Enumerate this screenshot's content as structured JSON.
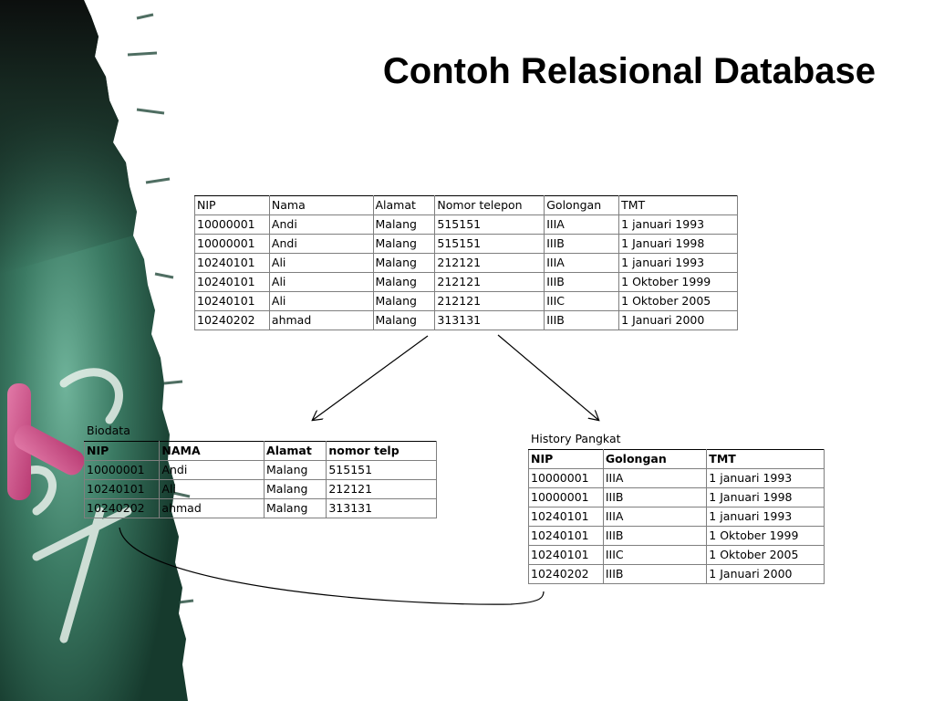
{
  "slide": {
    "title": "Contoh Relasional Database"
  },
  "main_table": {
    "headers": [
      "NIP",
      "Nama",
      "Alamat",
      "Nomor telepon",
      "Golongan",
      "TMT"
    ],
    "rows": [
      [
        "10000001",
        "Andi",
        "Malang",
        "515151",
        "IIIA",
        "1 januari 1993"
      ],
      [
        "10000001",
        "Andi",
        "Malang",
        "515151",
        "IIIB",
        "1 Januari 1998"
      ],
      [
        "10240101",
        "Ali",
        "Malang",
        "212121",
        "IIIA",
        "1 januari 1993"
      ],
      [
        "10240101",
        "Ali",
        "Malang",
        "212121",
        "IIIB",
        "1 Oktober 1999"
      ],
      [
        "10240101",
        "Ali",
        "Malang",
        "212121",
        "IIIC",
        "1 Oktober 2005"
      ],
      [
        "10240202",
        "ahmad",
        "Malang",
        "313131",
        "IIIB",
        "1 Januari 2000"
      ]
    ]
  },
  "biodata_table": {
    "caption": "Biodata",
    "headers": [
      "NIP",
      "NAMA",
      "Alamat",
      "nomor telp"
    ],
    "rows": [
      [
        "10000001",
        "Andi",
        "Malang",
        "515151"
      ],
      [
        "10240101",
        "Ali",
        "Malang",
        "212121"
      ],
      [
        "10240202",
        "ahmad",
        "Malang",
        "313131"
      ]
    ]
  },
  "history_table": {
    "caption": "History Pangkat",
    "headers": [
      "NIP",
      "Golongan",
      "TMT"
    ],
    "rows": [
      [
        "10000001",
        "IIIA",
        "1 januari 1993"
      ],
      [
        "10000001",
        "IIIB",
        "1 Januari 1998"
      ],
      [
        "10240101",
        "IIIA",
        "1 januari 1993"
      ],
      [
        "10240101",
        "IIIB",
        "1 Oktober 1999"
      ],
      [
        "10240101",
        "IIIC",
        "1 Oktober 2005"
      ],
      [
        "10240202",
        "IIIB",
        "1 Januari 2000"
      ]
    ]
  },
  "theme": {
    "chalkboard": "#1f4a3a",
    "chalkboard_light": "#5e9c84",
    "chalk_pink": "#d04a86",
    "text": "#000000"
  }
}
